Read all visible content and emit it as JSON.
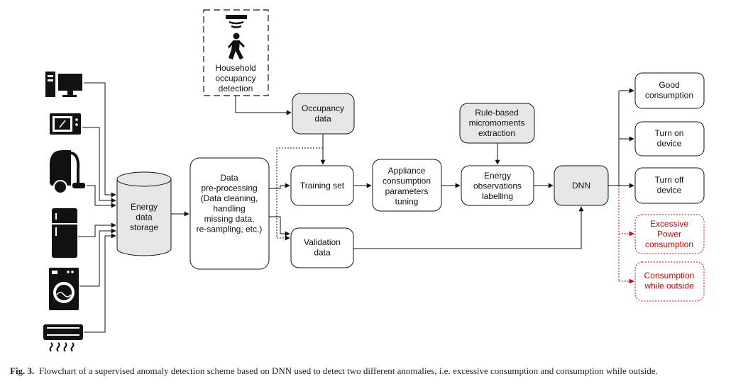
{
  "nodes": {
    "occupancy_detection": [
      "Household",
      "occupancy",
      "detection"
    ],
    "occupancy_data": [
      "Occupancy",
      "data"
    ],
    "rule_based": [
      "Rule-based",
      "micromoments",
      "extraction"
    ],
    "energy_storage": [
      "Energy",
      "data",
      "storage"
    ],
    "preprocessing": [
      "Data",
      "pre-processing",
      "",
      "(Data cleaning,",
      "handling",
      "missing data,",
      "re-sampling, etc.)"
    ],
    "training_set": [
      "Training set"
    ],
    "validation_data": [
      "Validation",
      "data"
    ],
    "appliance_tuning": [
      "Appliance",
      "consumption",
      "parameters",
      "tuning"
    ],
    "energy_labelling": [
      "Energy",
      "observations",
      "labelling"
    ],
    "dnn": [
      "DNN"
    ],
    "good_consumption": [
      "Good",
      "consumption"
    ],
    "turn_on": [
      "Turn on",
      "device"
    ],
    "turn_off": [
      "Turn off",
      "device"
    ],
    "excessive_power": [
      "Excessive",
      "Power",
      "consumption"
    ],
    "consumption_outside": [
      "Consumption",
      "while outside"
    ]
  },
  "appliances": [
    "computer-icon",
    "microwave-icon",
    "vacuum-cleaner-icon",
    "refrigerator-icon",
    "washing-machine-icon",
    "air-conditioner-icon"
  ],
  "colors": {
    "stroke": "#111111",
    "gray_fill": "#e6e6e6",
    "anomaly": "#cc0000"
  },
  "caption": {
    "label": "Fig. 3.",
    "text": "Flowchart of a supervised anomaly detection scheme based on DNN used to detect two different anomalies, i.e. excessive consumption and consumption while outside."
  }
}
